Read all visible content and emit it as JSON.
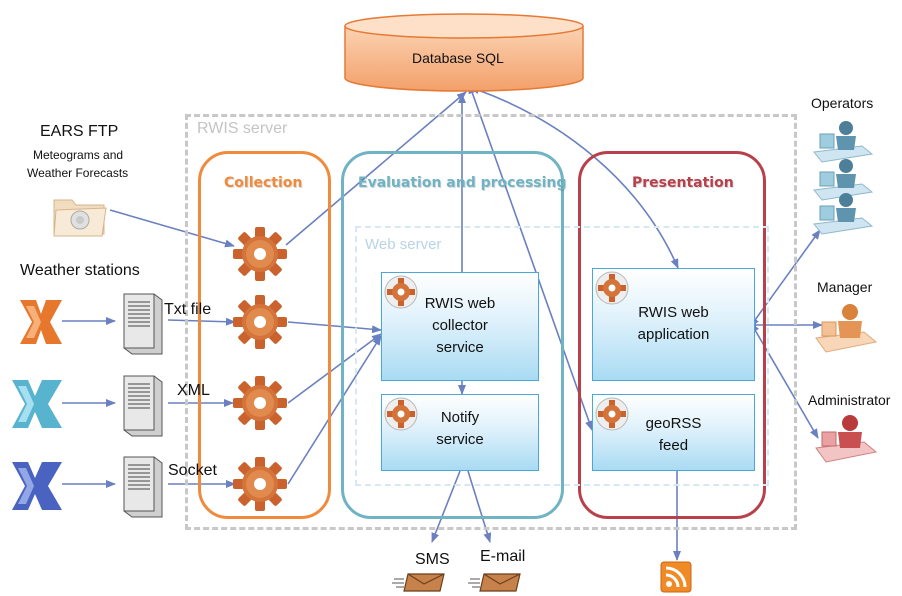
{
  "database": {
    "label": "Database SQL"
  },
  "rwis_server": {
    "label": "RWIS server"
  },
  "web_server": {
    "label": "Web server"
  },
  "sections": {
    "collection": "Collection",
    "evaluation": "Evaluation and processing",
    "presentation": "Presentation"
  },
  "sources": {
    "ears_title": "EARS FTP",
    "ears_sub1": "Meteograms and",
    "ears_sub2": "Weather Forecasts",
    "weather_stations": "Weather stations",
    "txt": "Txt file",
    "xml": "XML",
    "socket": "Socket"
  },
  "services": {
    "collector_l1": "RWIS web",
    "collector_l2": "collector",
    "collector_l3": "service",
    "notify_l1": "Notify",
    "notify_l2": "service",
    "app_l1": "RWIS web",
    "app_l2": "application",
    "georss_l1": "geoRSS",
    "georss_l2": "feed"
  },
  "users": {
    "operators": "Operators",
    "manager": "Manager",
    "administrator": "Administrator"
  },
  "outputs": {
    "sms": "SMS",
    "email": "E-mail"
  },
  "colors": {
    "collection": "#f08a3c",
    "evaluation": "#6fb3c4",
    "presentation": "#b8404a",
    "arrow": "#6a80c0"
  }
}
